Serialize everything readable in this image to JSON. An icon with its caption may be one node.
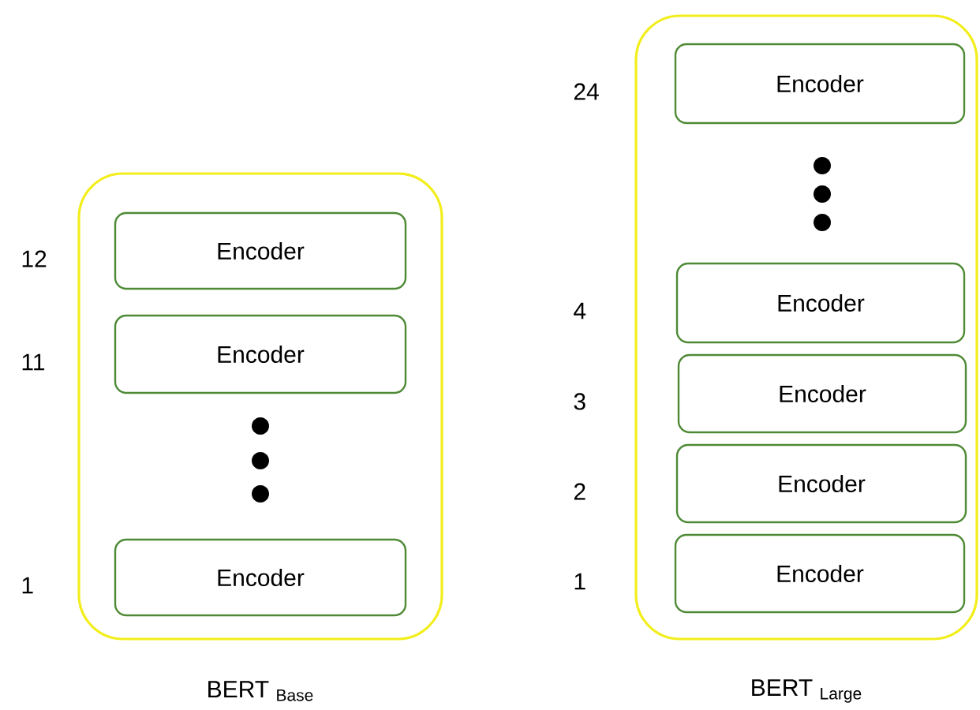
{
  "diagram": {
    "nodes": [
      {
        "text": [],
        "shape": "box",
        "beside": [
          "BERT $_{Base}$"
        ]
      },
      {
        "text": [
          "Encoder"
        ],
        "in": 0,
        "beside": [
          "12"
        ]
      },
      {
        "text": [
          "Encoder"
        ],
        "in": 0,
        "beside": [
          "11"
        ]
      },
      {
        "text": [
          "Encoder"
        ],
        "in": 0,
        "beside": [
          "1"
        ]
      },
      {
        "text": [],
        "shape": "box",
        "beside": [
          "BERT $_{Large}$"
        ]
      },
      {
        "text": [
          "Encoder"
        ],
        "in": 4,
        "beside": [
          "24"
        ]
      },
      {
        "text": [
          "Encoder"
        ],
        "in": 4,
        "beside": [
          "4"
        ]
      },
      {
        "text": [
          "Encoder"
        ],
        "in": 4,
        "beside": [
          "3"
        ]
      },
      {
        "text": [
          "Encoder"
        ],
        "in": 4,
        "beside": [
          "2"
        ]
      },
      {
        "text": [
          "Encoder"
        ],
        "in": 4,
        "beside": [
          "1"
        ]
      }
    ]
  }
}
